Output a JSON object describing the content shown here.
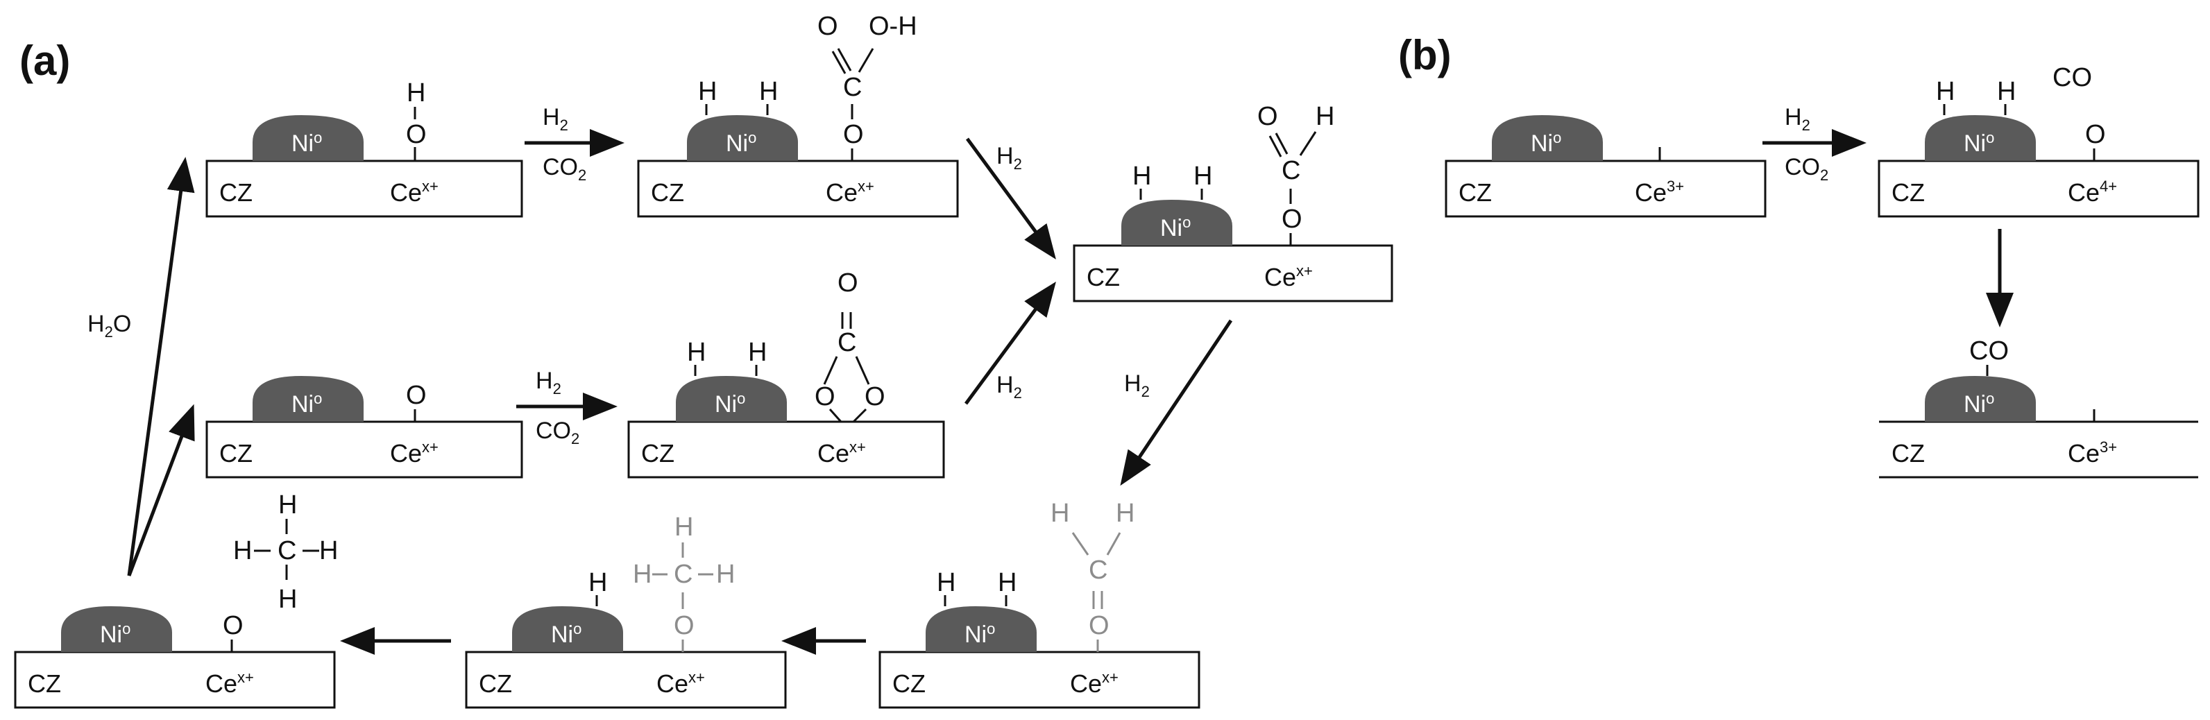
{
  "panels": {
    "a_label": "(a)",
    "b_label": "(b)"
  },
  "support": {
    "cz": "CZ",
    "ni_main": "Ni",
    "ni_deg": "o",
    "ce_base": "Ce",
    "ce_xplus": "x+",
    "ce_3plus": "3+",
    "ce_4plus": "4+"
  },
  "atoms": {
    "H": "H",
    "O": "O",
    "C": "C",
    "O_H": "O-H",
    "CO": "CO"
  },
  "reagents": {
    "H": "H",
    "two": "2",
    "CO": "CO",
    "O": "O"
  },
  "colors": {
    "nickel": "#5a5a5a",
    "line": "#111111",
    "grey_species": "#8c8c8c",
    "background": "#ffffff"
  }
}
